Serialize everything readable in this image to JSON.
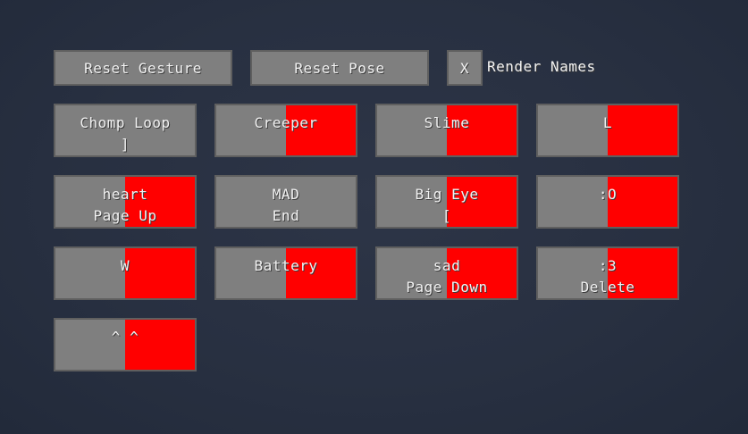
{
  "toolbar": {
    "reset_gesture": "Reset Gesture",
    "reset_pose": "Reset Pose",
    "render_names_checkbox": "X",
    "render_names_label": "Render Names"
  },
  "accent_color": "#ff0000",
  "emotes": [
    {
      "name": "Chomp Loop",
      "key": "]",
      "fill": 0
    },
    {
      "name": "Creeper",
      "key": "",
      "fill": 0.5
    },
    {
      "name": "Slime",
      "key": "",
      "fill": 0.5
    },
    {
      "name": "L",
      "key": "",
      "fill": 0.5
    },
    {
      "name": "heart",
      "key": "Page Up",
      "fill": 0.5
    },
    {
      "name": "MAD",
      "key": "End",
      "fill": 0
    },
    {
      "name": "Big Eye",
      "key": "[",
      "fill": 0.5
    },
    {
      "name": ":O",
      "key": "",
      "fill": 0.5
    },
    {
      "name": "W",
      "key": "",
      "fill": 0.5
    },
    {
      "name": "Battery",
      "key": "",
      "fill": 0.5
    },
    {
      "name": "sad",
      "key": "Page Down",
      "fill": 0.5
    },
    {
      "name": ":3",
      "key": "Delete",
      "fill": 0.5
    },
    {
      "name": "^ ^",
      "key": "",
      "fill": 0.5
    }
  ]
}
